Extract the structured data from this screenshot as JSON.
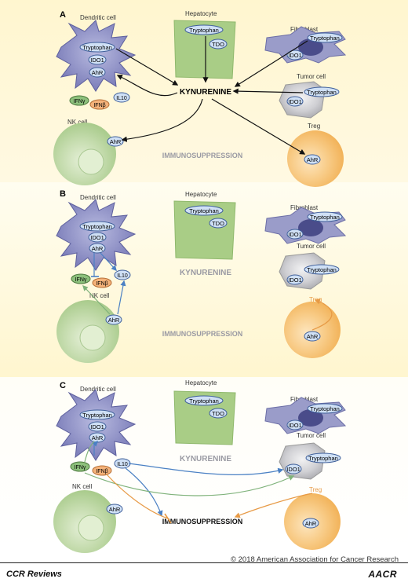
{
  "panels": [
    {
      "letter": "A",
      "dendritic_cell": "Dendritic cell",
      "hepatocyte": "Hepatocyte",
      "fibroblast": "Fibroblast",
      "tumor_cell": "Tumor cell",
      "nk_cell": "NK cell",
      "treg": "Treg",
      "kynurenine": "KYNURENINE",
      "immunosuppression": "IMMUNOSUPPRESSION"
    },
    {
      "letter": "B",
      "dendritic_cell": "Dendritic cell",
      "hepatocyte": "Hepatocyte",
      "fibroblast": "Fibroblast",
      "tumor_cell": "Tumor cell",
      "nk_cell": "NK cell",
      "treg": "Treg",
      "kynurenine": "KYNURENINE",
      "immunosuppression": "IMMUNOSUPPRESSION"
    },
    {
      "letter": "C",
      "dendritic_cell": "Dendritic cell",
      "hepatocyte": "Hepatocyte",
      "fibroblast": "Fibroblast",
      "tumor_cell": "Tumor cell",
      "nk_cell": "NK cell",
      "treg": "Treg",
      "kynurenine": "KYNURENINE",
      "immunosuppression": "IMMUNOSUPPRESSION"
    }
  ],
  "molecules": {
    "tryptophan": "Tryptophan",
    "ido1": "IDO1",
    "ahr": "AhR",
    "tdo": "TDO",
    "il10": "IL10",
    "ifng": "IFNγ",
    "ifnb": "IFNβ"
  },
  "colors": {
    "dendritic": "#8e90c4",
    "hepatocyte": "#a9cd86",
    "fibroblast": "#9a9cc9",
    "tumor": "#c8c8cc",
    "nk": "#bcd7a3",
    "treg": "#f6c27d",
    "arrow_black": "#111111",
    "arrow_blue": "#4a80c4",
    "arrow_green": "#7fb27a",
    "arrow_orange": "#e79a45"
  },
  "footer": {
    "copyright": "© 2018 American Association for Cancer Research",
    "journal": "CCR Reviews",
    "logo": "AACR"
  }
}
